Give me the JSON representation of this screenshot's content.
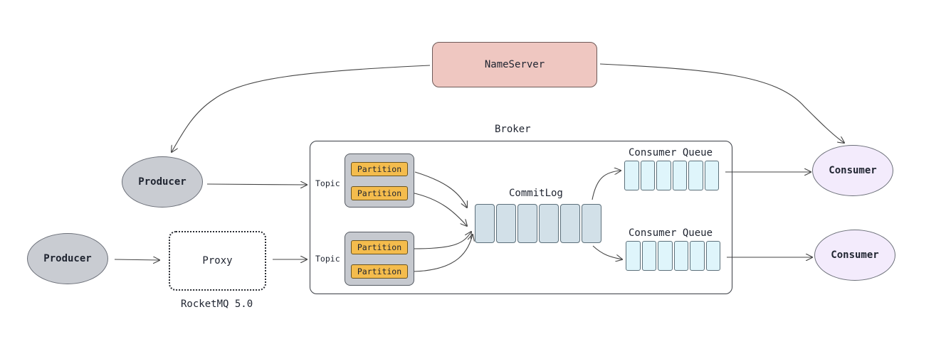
{
  "nameserver": {
    "label": "NameServer"
  },
  "producers": [
    {
      "label": "Producer"
    },
    {
      "label": "Producer"
    }
  ],
  "proxy": {
    "label": "Proxy",
    "caption": "RocketMQ 5.0"
  },
  "broker": {
    "label": "Broker",
    "topics": [
      {
        "label": "Topic",
        "partitions": [
          "Partition",
          "Partition"
        ]
      },
      {
        "label": "Topic",
        "partitions": [
          "Partition",
          "Partition"
        ]
      }
    ],
    "commitlog": {
      "label": "CommitLog",
      "cell_count": 6
    },
    "consumer_queues": [
      {
        "label": "Consumer Queue",
        "cell_count": 6
      },
      {
        "label": "Consumer Queue",
        "cell_count": 6
      }
    ]
  },
  "consumers": [
    {
      "label": "Consumer"
    },
    {
      "label": "Consumer"
    }
  ],
  "colors": {
    "nameserver": "#efc7c1",
    "producer": "#c9ccd2",
    "consumer": "#f3ebfc",
    "partition": "#f4bc4d",
    "topic_box": "#c6c9cf",
    "commitlog_cell": "#d2e0e8",
    "queue_cell": "#dff5fb",
    "edge": "#444444"
  }
}
